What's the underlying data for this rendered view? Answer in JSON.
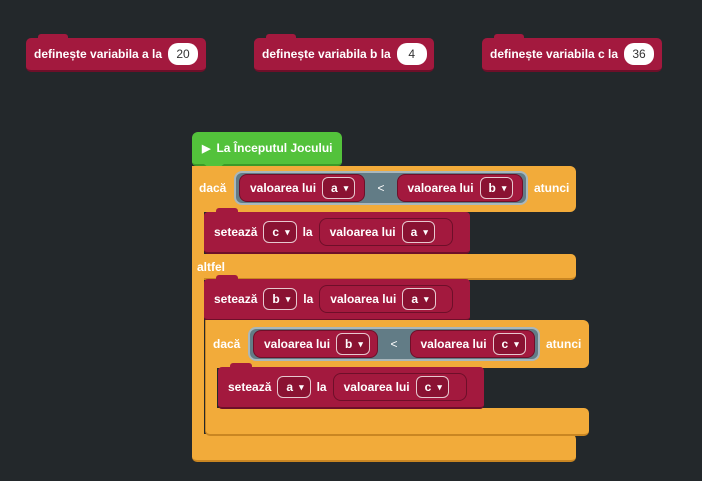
{
  "defs": [
    {
      "label": "definește variabila a la",
      "value": "20"
    },
    {
      "label": "definește variabila b la",
      "value": "4"
    },
    {
      "label": "definește variabila c la",
      "value": "36"
    }
  ],
  "hat": {
    "label": "La Începutul Jocului"
  },
  "if1": {
    "daca": "dacă",
    "left_label": "valoarea lui",
    "left_var": "a",
    "op": "<",
    "right_label": "valoarea lui",
    "right_var": "b",
    "atunci": "atunci"
  },
  "set1": {
    "label": "setează",
    "var": "c",
    "to": "la",
    "val_label": "valoarea lui",
    "val_var": "a"
  },
  "else": {
    "label": "altfel"
  },
  "set2": {
    "label": "setează",
    "var": "b",
    "to": "la",
    "val_label": "valoarea lui",
    "val_var": "a"
  },
  "if2": {
    "daca": "dacă",
    "left_label": "valoarea lui",
    "left_var": "b",
    "op": "<",
    "right_label": "valoarea lui",
    "right_var": "c",
    "atunci": "atunci"
  },
  "set3": {
    "label": "setează",
    "var": "a",
    "to": "la",
    "val_label": "valoarea lui",
    "val_var": "c"
  },
  "icons": {
    "dropdown": "▾",
    "play": "▶"
  }
}
